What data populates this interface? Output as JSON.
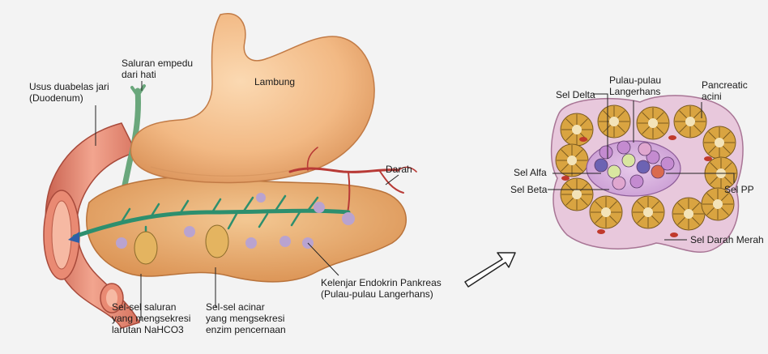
{
  "labels": {
    "duodenum": "Usus duabelas jari\n(Duodenum)",
    "bile_duct": "Saluran empedu\ndari hati",
    "stomach": "Lambung",
    "blood": "Darah",
    "duct_cells": "Sel-sel saluran\nyang mengsekresi\nlarutan NaHCO3",
    "acinar_cells": "Sel-sel acinar\nyang mengsekresi\nenzim pencernaan",
    "endocrine_gland": "Kelenjar Endokrin Pankreas\n(Pulau-pulau Langerhans)",
    "delta_cell": "Sel Delta",
    "islets": "Pulau-pulau\nLangerhans",
    "pancreatic_acini": "Pancreatic\nacini",
    "alpha_cell": "Sel Alfa",
    "beta_cell": "Sel Beta",
    "pp_cell": "Sel PP",
    "red_blood_cell": "Sel Darah Merah"
  },
  "colors": {
    "stomach": "#f0b27a",
    "pancreas": "#e8a25e",
    "duodenum": "#e27f6a",
    "duct": "#2d8f6e",
    "blood_vessel": "#c0392b",
    "acinus": "#d9a441",
    "islet": "#c79bd0"
  }
}
